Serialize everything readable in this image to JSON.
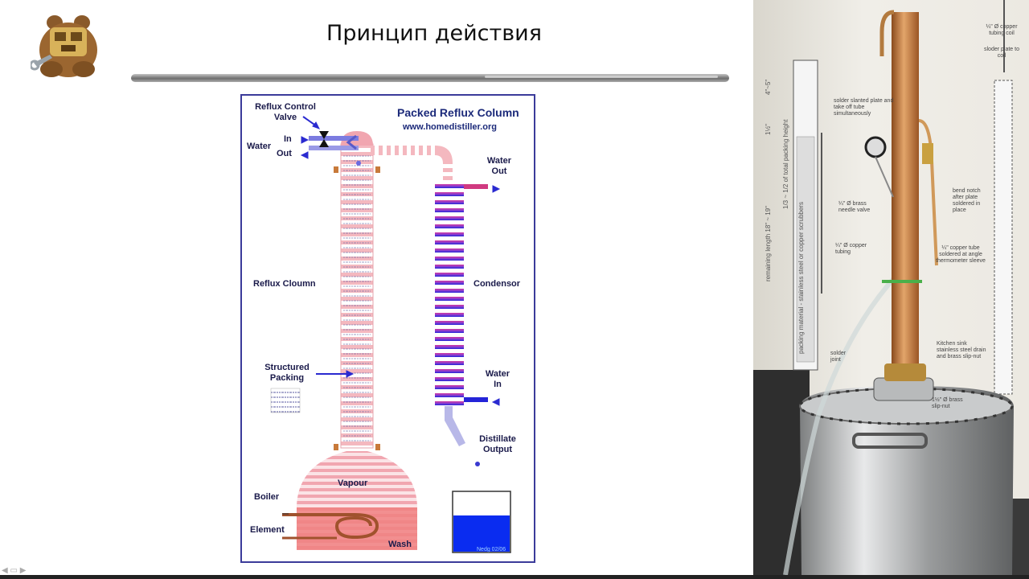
{
  "slide": {
    "title": "Принцип действия"
  },
  "diagram": {
    "title": "Packed Reflux Column",
    "url": "www.homedistiller.org",
    "labels": {
      "reflux_control_valve": "Reflux Control Valve",
      "water": "Water",
      "in": "In",
      "out": "Out",
      "water_out": "Water Out",
      "reflux_column": "Reflux Cloumn",
      "condensor": "Condensor",
      "structured_packing": "Structured Packing",
      "water_in": "Water In",
      "distillate_output": "Distillate Output",
      "vapour": "Vapour",
      "boiler": "Boiler",
      "element": "Element",
      "wash": "Wash",
      "credit": "Nedg 02/06"
    }
  },
  "photo": {
    "annotations": {
      "copper_coil": "¼\" Ø copper tubing coil",
      "solder_plate": "sloder plate to coil",
      "solder_slanted": "solder slanted plate and take off tube simultaneously",
      "needle_valve": "¼\" Ø brass needle valve",
      "bend_notch": "bend notch after plate soldered in place",
      "copper_tubing": "¼\" Ø copper tubing",
      "thermometer": "¼\" copper tube soldered at angle thermometer sleeve",
      "sink_drain": "Kitchen sink stainless steel drain and brass slip-nut",
      "solder_joint": "solder joint",
      "brass_slipnut": "1½\" Ø brass slip-nut",
      "packing_height": "1/3 ~ 1/2 of total packing height",
      "dim_4_5": "4\"~5\"",
      "dim_1_5": "1½\"",
      "remaining_length": "remaining length 18\" ~ 19\"",
      "packing_material": "packing material - stainless steel or copper scrubbers"
    }
  },
  "colors": {
    "reflux_pink": "#f4b8bf",
    "condenser_purple": "#b03dc0",
    "condenser_blue": "#2a2ad0",
    "boiler_red": "#f08080",
    "copper": "#c47a3c",
    "frame_blue": "#3b3b9a"
  }
}
